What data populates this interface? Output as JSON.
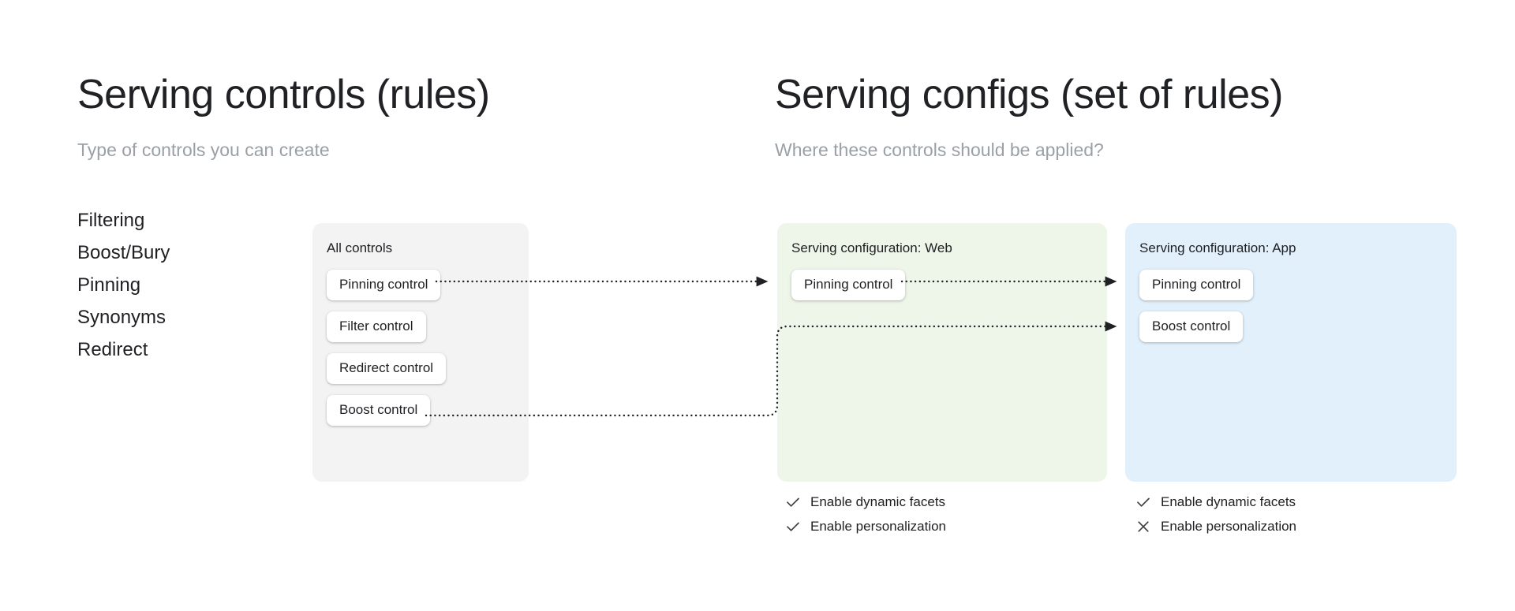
{
  "left_section": {
    "title": "Serving controls (rules)",
    "subtitle": "Type of controls you can create",
    "control_types": [
      "Filtering",
      "Boost/Bury",
      "Pinning",
      "Synonyms",
      "Redirect"
    ]
  },
  "right_section": {
    "title": "Serving configs (set of rules)",
    "subtitle": "Where these controls should be applied?"
  },
  "cards": {
    "all_controls": {
      "title": "All controls",
      "background_color": "#f3f3f3",
      "chips": [
        "Pinning control",
        "Filter control",
        "Redirect control",
        "Boost control"
      ]
    },
    "web": {
      "title": "Serving configuration: Web",
      "background_color": "#eef5e9",
      "chips": [
        "Pinning control"
      ],
      "options": [
        {
          "label": "Enable dynamic facets",
          "state": "check",
          "icon": "check-icon"
        },
        {
          "label": "Enable personalization",
          "state": "check",
          "icon": "check-icon"
        }
      ]
    },
    "app": {
      "title": "Serving configuration: App",
      "background_color": "#e2f0fb",
      "chips": [
        "Pinning control",
        "Boost control"
      ],
      "options": [
        {
          "label": "Enable dynamic facets",
          "state": "check",
          "icon": "check-icon"
        },
        {
          "label": "Enable personalization",
          "state": "cross",
          "icon": "cross-icon"
        }
      ]
    }
  },
  "connectors": {
    "style": "dotted",
    "color": "#202124",
    "arrowhead": "triangle",
    "flows": [
      {
        "from": "all-controls.pinning-control",
        "to": "web.pinning-control"
      },
      {
        "from": "web.pinning-control",
        "to": "app.pinning-control"
      },
      {
        "from": "all-controls.boost-control",
        "to": "app.boost-control"
      }
    ]
  }
}
